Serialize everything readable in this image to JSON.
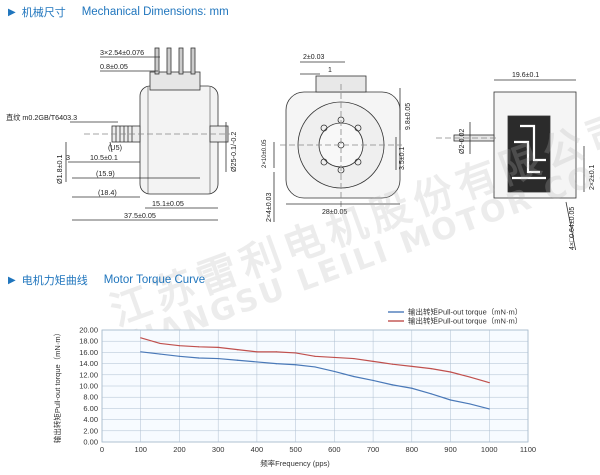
{
  "sections": {
    "dimensions": {
      "title_zh": "机械尺寸",
      "title_en": "Mechanical Dimensions: mm"
    },
    "torque": {
      "title_zh": "电机力矩曲线",
      "title_en": "Motor Torque Curve"
    }
  },
  "dimensions": {
    "pins": "3×2.54±0.076",
    "pin_thickness": "0.8±0.05",
    "knurl": "直纹 m0.2GB/T6403.3",
    "dim_3": "3",
    "dim_10_5": "10.5±0.1",
    "dim_15_9": "(15.9)",
    "dim_18_4": "(18.4)",
    "dim_15_1": "15.1±0.05",
    "dim_37_5": "37.5±0.05",
    "shaft_dia": "Ø1.8±0.1",
    "flange_dia": "Ø25-0.1/-0.2",
    "u5": "(U5)",
    "side_2": "2±0.03",
    "side_1": "1",
    "side_9_8": "9.8±0.05",
    "side_3_5": "3.5±0.1",
    "side_2x4": "2×4±0.03",
    "side_28": "28±0.05",
    "side_2x10": "2×10±0.05",
    "rear_19_6": "19.6±0.1",
    "rear_dia_2": "Ø2-0.02",
    "rear_2x2": "2×2±0.1",
    "rear_4x064": "4×□0.64±0.05"
  },
  "watermark": {
    "zh": "江苏雷利电机股份有限公司",
    "en": "JIANGSU LEILI MOTOR CO., LTD."
  },
  "chart_data": {
    "type": "line",
    "title": "",
    "xlabel": "频率Frequency (pps)",
    "ylabel": "输出转矩Pull-out torque（mN·m）",
    "xlim": [
      0,
      1100
    ],
    "ylim": [
      0,
      20
    ],
    "x_ticks": [
      "0",
      "100",
      "200",
      "300",
      "400",
      "500",
      "600",
      "700",
      "800",
      "900",
      "1000",
      "1100"
    ],
    "y_ticks": [
      "0.00",
      "2.00",
      "4.00",
      "6.00",
      "8.00",
      "10.00",
      "12.00",
      "14.00",
      "16.00",
      "18.00",
      "20.00"
    ],
    "grid": true,
    "legend_position": "top-right",
    "series": [
      {
        "name": "输出转矩Pull-out torque（mN·m）",
        "color": "#4a79b8",
        "x": [
          100,
          150,
          200,
          250,
          300,
          350,
          400,
          450,
          500,
          550,
          600,
          650,
          700,
          750,
          800,
          850,
          900,
          950,
          1000
        ],
        "y": [
          16.1,
          15.7,
          15.3,
          15.0,
          14.9,
          14.6,
          14.3,
          14.0,
          13.8,
          13.4,
          12.6,
          11.7,
          11.0,
          10.2,
          9.6,
          8.6,
          7.5,
          6.8,
          5.9
        ]
      },
      {
        "name": "输出转矩Pull-out torque（mN·m）",
        "color": "#c0504d",
        "x": [
          100,
          150,
          200,
          250,
          300,
          350,
          400,
          450,
          500,
          550,
          600,
          650,
          700,
          750,
          800,
          850,
          900,
          950,
          1000
        ],
        "y": [
          18.6,
          17.6,
          17.2,
          17.0,
          16.9,
          16.5,
          16.1,
          16.1,
          15.9,
          15.3,
          15.1,
          14.9,
          14.4,
          13.9,
          13.5,
          13.1,
          12.5,
          11.6,
          10.6
        ]
      }
    ]
  }
}
